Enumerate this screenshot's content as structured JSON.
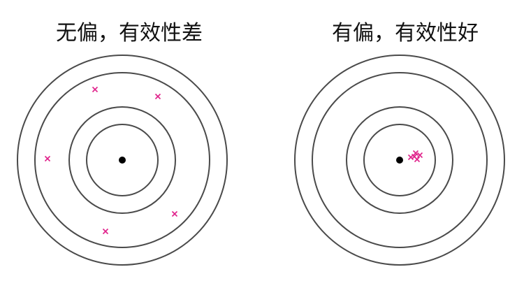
{
  "panels": [
    {
      "title": "无偏，有效性差",
      "marker_count": 5
    },
    {
      "title": "有偏，有效性好",
      "marker_count": 5
    }
  ],
  "colors": {
    "ring": "#4a4a4a",
    "center_dot": "#000000",
    "marker": "#e0208a"
  }
}
